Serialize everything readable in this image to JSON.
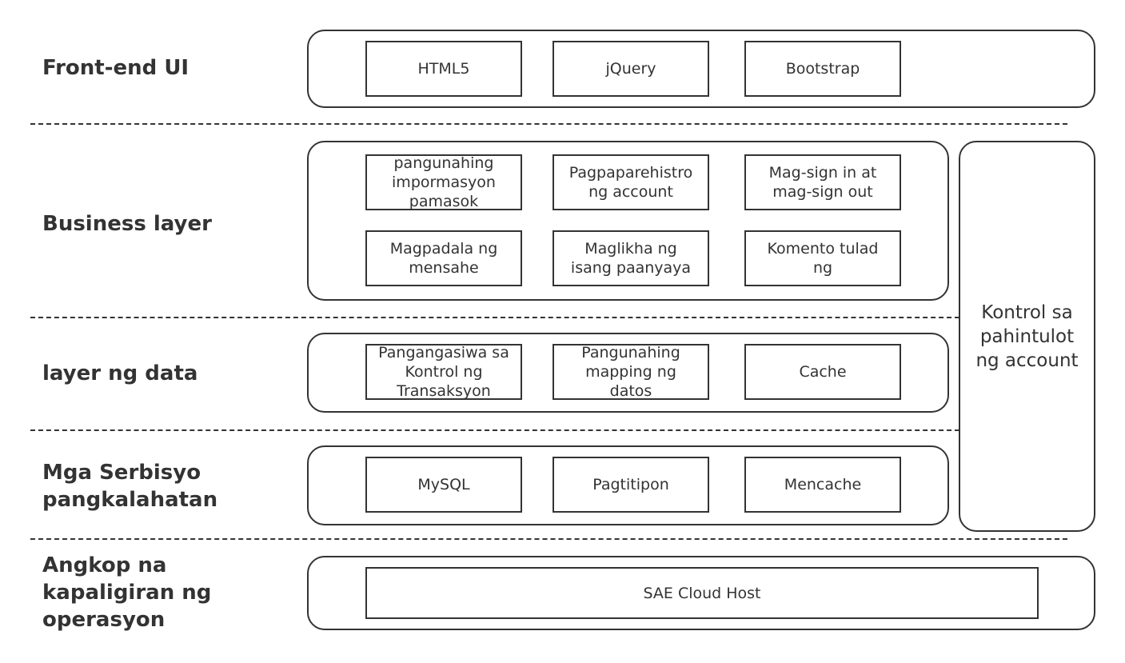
{
  "layers": [
    {
      "id": "frontend",
      "label": "Front-end UI"
    },
    {
      "id": "business",
      "label": "Business layer"
    },
    {
      "id": "data",
      "label": "layer ng data"
    },
    {
      "id": "services",
      "label": "Mga Serbisyo\npangkalahatan"
    },
    {
      "id": "env",
      "label": "Angkop na\nkapaligiran ng\noperasyon"
    }
  ],
  "frontend": {
    "items": [
      "HTML5",
      "jQuery",
      "Bootstrap"
    ]
  },
  "business": {
    "items": [
      "pangunahing\nimpormasyon\npamasok",
      "Pagpaparehistro\nng account",
      "Mag-sign in at\nmag-sign out",
      "Magpadala ng\nmensahe",
      "Maglikha ng\nisang paanyaya",
      "Komento tulad\nng"
    ]
  },
  "data_layer": {
    "items": [
      "Pangangasiwa sa\nKontrol ng\nTransaksyon",
      "Pangunahing\nmapping ng\ndatos",
      "Cache"
    ]
  },
  "services": {
    "items": [
      "MySQL",
      "Pagtitipon",
      "Mencache"
    ]
  },
  "env": {
    "item": "SAE Cloud Host"
  },
  "side": {
    "label": "Kontrol sa\npahintulot\nng account"
  }
}
